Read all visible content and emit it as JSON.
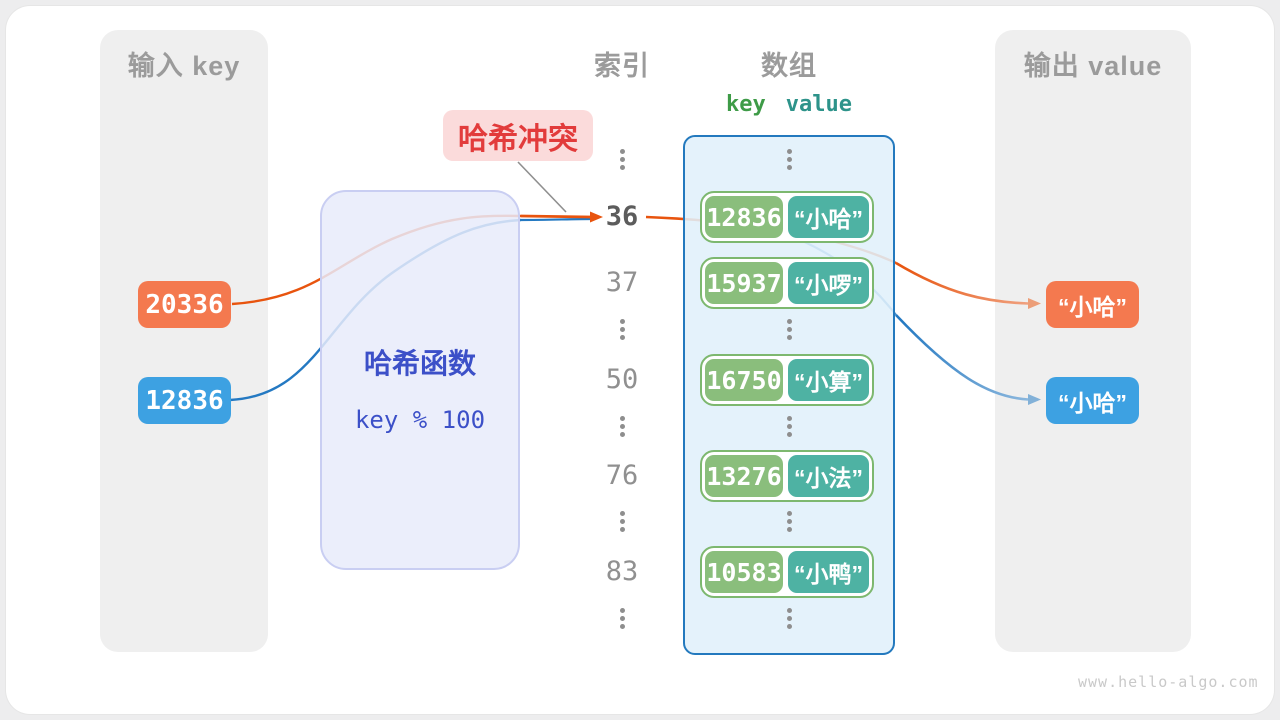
{
  "headers": {
    "input": "输入 key",
    "index": "索引",
    "array": "数组",
    "output": "输出 value"
  },
  "array_subheader": {
    "key": "key",
    "value": "value"
  },
  "collision_label": "哈希冲突",
  "hash_function": {
    "name": "哈希函数",
    "formula": "key % 100"
  },
  "inputs": [
    "20336",
    "12836"
  ],
  "index_values": [
    "36",
    "37",
    "50",
    "76",
    "83"
  ],
  "highlighted_index": "36",
  "array_pairs": [
    {
      "key": "12836",
      "value": "“小哈”"
    },
    {
      "key": "15937",
      "value": "“小啰”"
    },
    {
      "key": "16750",
      "value": "“小算”"
    },
    {
      "key": "13276",
      "value": "“小法”"
    },
    {
      "key": "10583",
      "value": "“小鸭”"
    }
  ],
  "outputs": [
    "“小哈”",
    "“小哈”"
  ],
  "watermark": "www.hello-algo.com",
  "colors": {
    "input_orange": "#f4794f",
    "input_blue": "#3da1e2",
    "arrow_orange": "#e8540e",
    "arrow_blue": "#2479c2",
    "key_green": "#8abe7c",
    "value_teal": "#4eb2a3",
    "pair_border": "#7db86f",
    "bucket_border": "#2379be",
    "bucket_fill": "#e0f0fa",
    "hash_fill": "#e9ebfa",
    "hash_text": "#3c50c8",
    "collision_bg": "#fbdbdb",
    "collision_text": "#e23b3b",
    "panel_gray": "#efefef",
    "header_gray": "#9b9b9b"
  }
}
